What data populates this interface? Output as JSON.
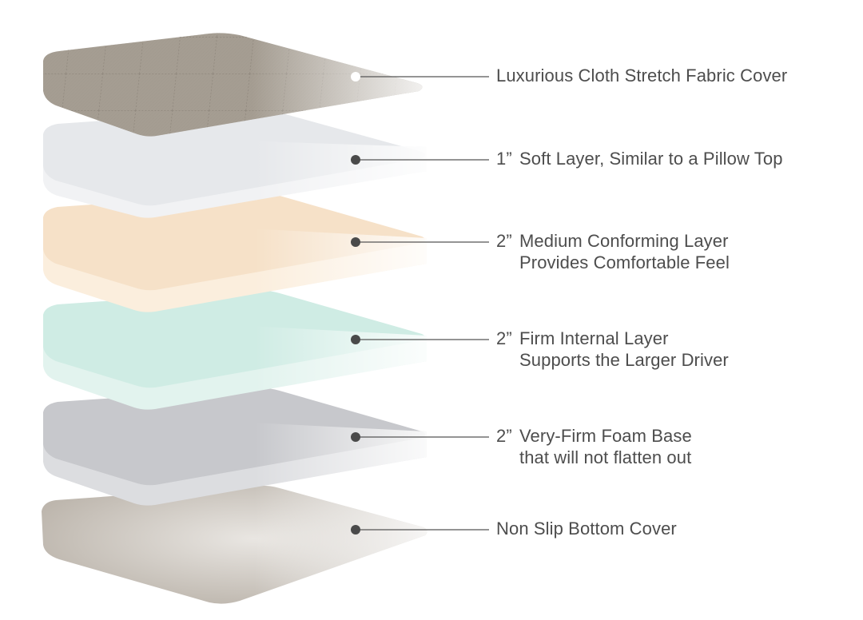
{
  "layers": [
    {
      "id": "cover",
      "prefix": "",
      "line1": "Luxurious Cloth Stretch Fabric Cover",
      "line2": "",
      "color": "#a9a197"
    },
    {
      "id": "soft",
      "prefix": "1”",
      "line1": "Soft Layer, Similar to a Pillow Top",
      "line2": "",
      "color": "#eceef0"
    },
    {
      "id": "medium",
      "prefix": "2”",
      "line1": "Medium Conforming Layer",
      "line2": "Provides Comfortable Feel",
      "color": "#f8e6d2"
    },
    {
      "id": "firm",
      "prefix": "2”",
      "line1": "Firm Internal Layer",
      "line2": "Supports the Larger Driver",
      "color": "#d9efe9"
    },
    {
      "id": "base",
      "prefix": "2”",
      "line1": "Very-Firm Foam Base",
      "line2": "that will not flatten out",
      "color": "#d3d4d7"
    },
    {
      "id": "bottom",
      "prefix": "",
      "line1": "Non Slip Bottom Cover",
      "line2": "",
      "color": "#c9c4be"
    }
  ],
  "colors": {
    "label_text": "#4d4d4d",
    "leader_line": "#555555",
    "dot": "#4a4a4a",
    "cover_dot": "#ffffff"
  }
}
